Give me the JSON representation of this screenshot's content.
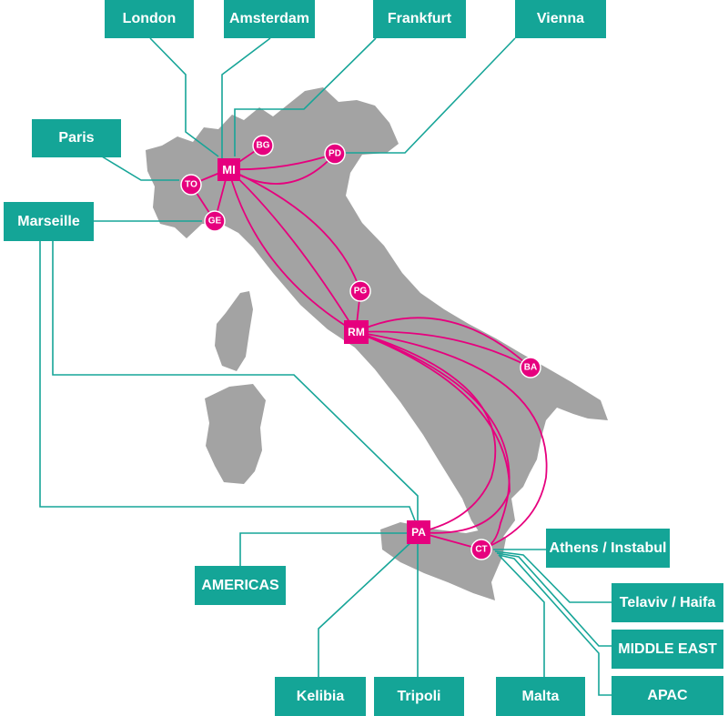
{
  "destinations": {
    "london": "London",
    "amsterdam": "Amsterdam",
    "frankfurt": "Frankfurt",
    "vienna": "Vienna",
    "paris": "Paris",
    "marseille": "Marseille",
    "americas": "AMERICAS",
    "athens_istanbul": "Athens / Instabul",
    "telaviv_haifa": "Telaviv / Haifa",
    "middle_east": "MIDDLE EAST",
    "apac": "APAC",
    "kelibia": "Kelibia",
    "tripoli": "Tripoli",
    "malta": "Malta"
  },
  "hubs": {
    "mi": "MI",
    "rm": "RM",
    "pa": "PA"
  },
  "nodes": {
    "bg": "BG",
    "pd": "PD",
    "to": "TO",
    "ge": "GE",
    "pg": "PG",
    "ba": "BA",
    "ct": "CT"
  },
  "colors": {
    "label_bg": "#14a597",
    "link": "#e6007e",
    "land": "#a3a3a3"
  }
}
